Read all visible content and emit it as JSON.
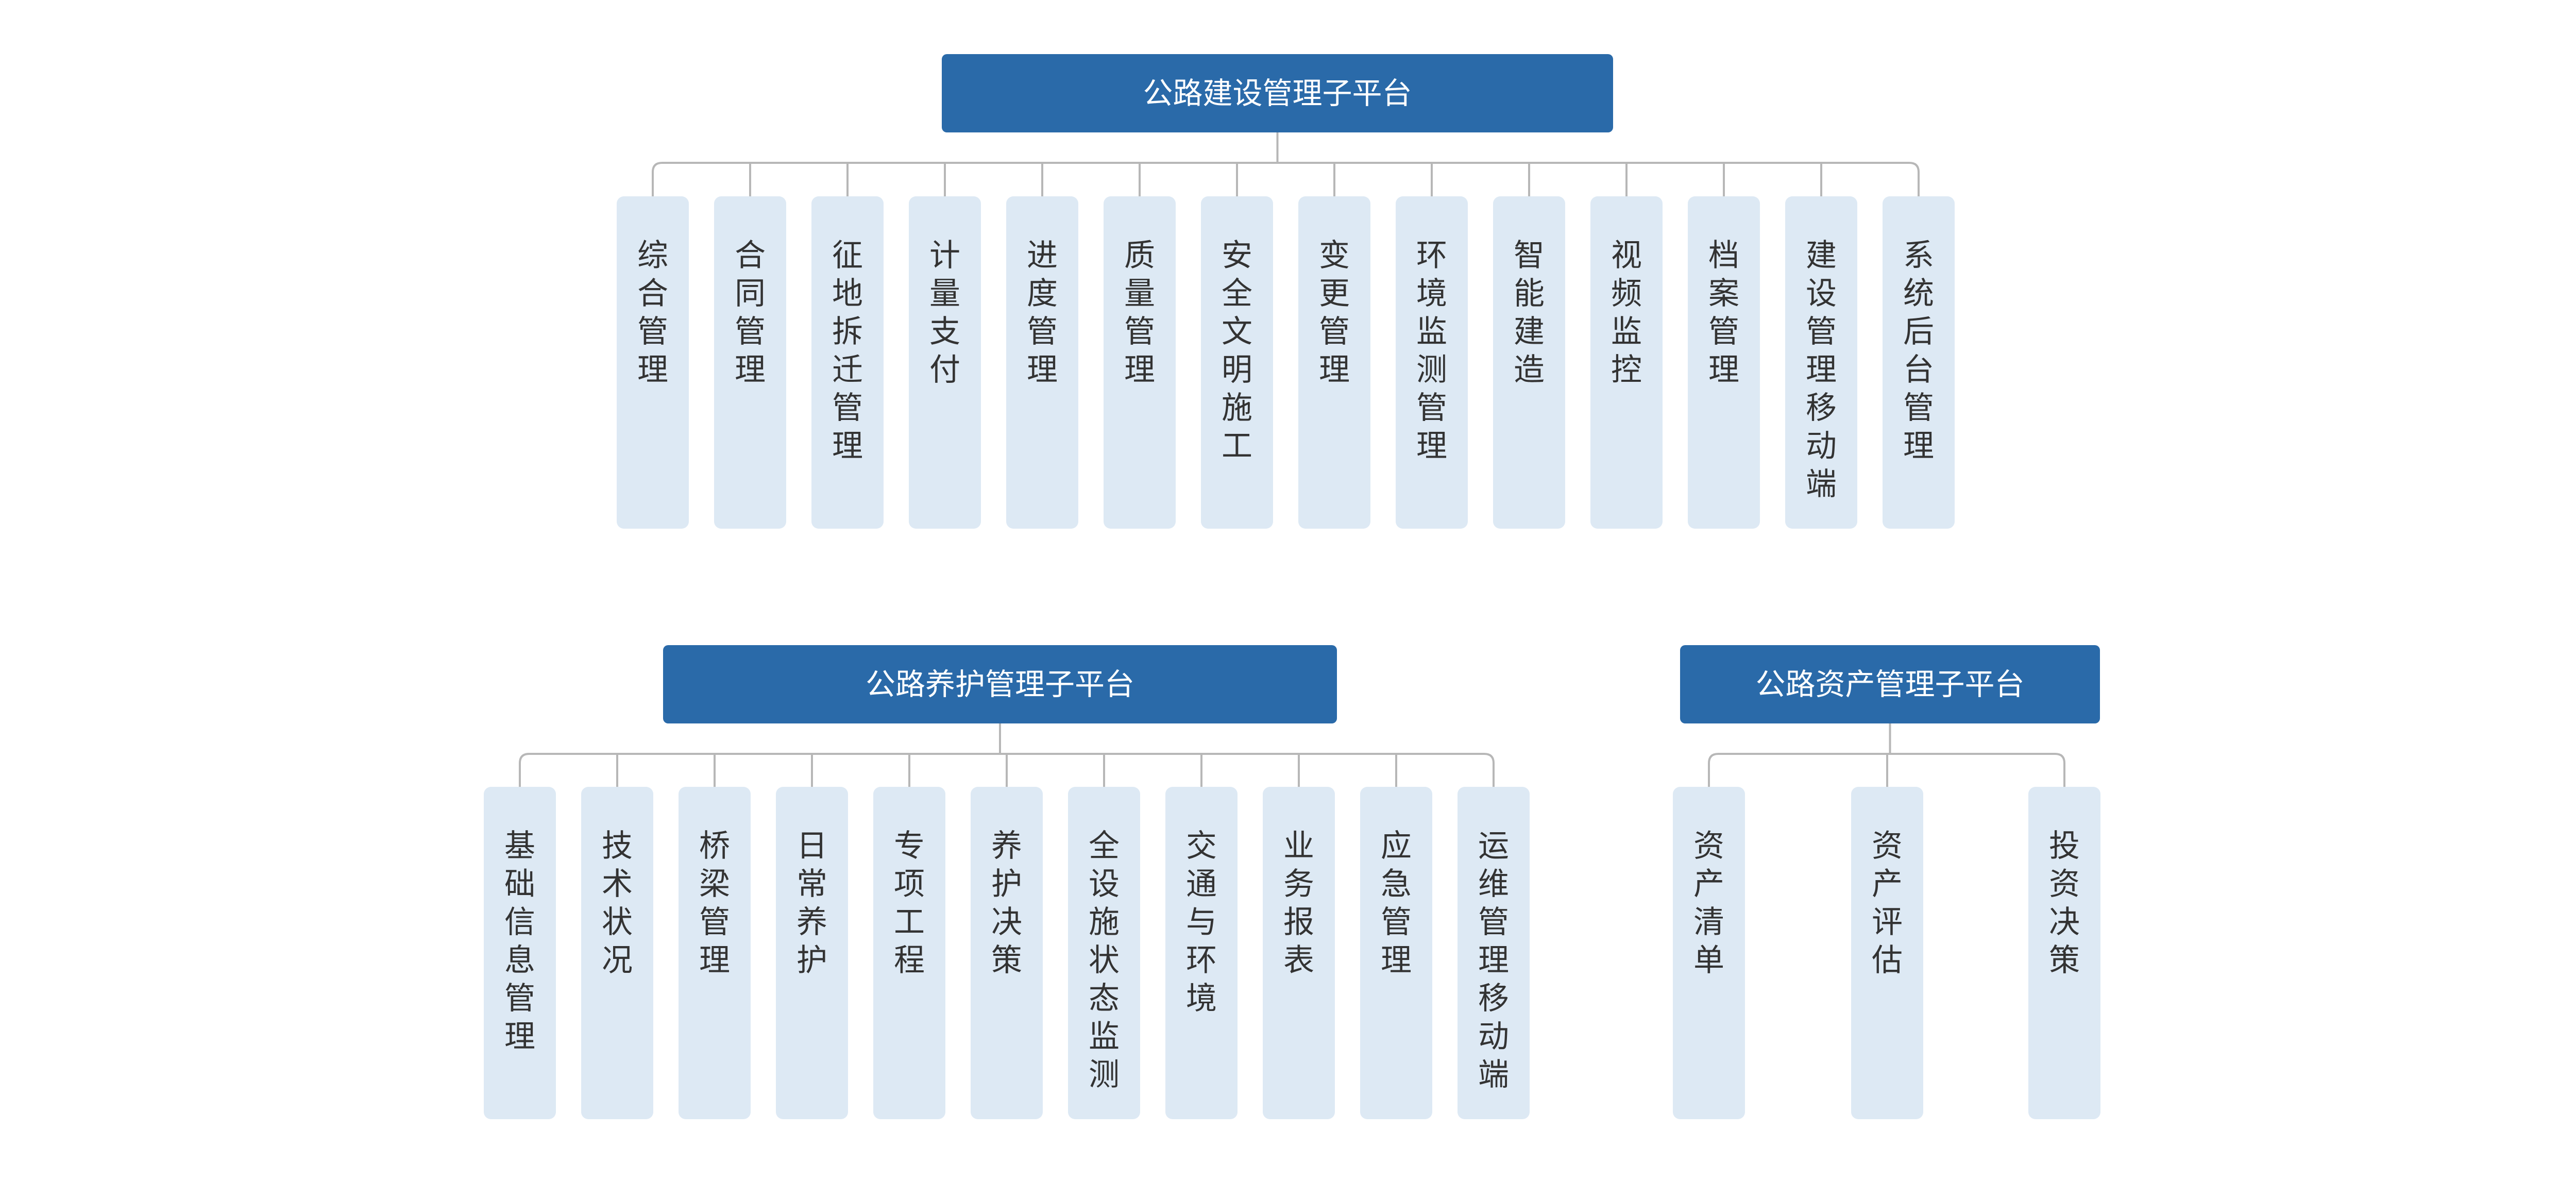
{
  "colors": {
    "header_bg": "#2a6aa9",
    "header_text": "#ffffff",
    "module_bg": "#dde9f4",
    "module_text": "#333333",
    "connector": "#b7b7b7"
  },
  "groups": [
    {
      "title": "公路建设管理子平台",
      "modules": [
        "综合管理",
        "合同管理",
        "征地拆迁管理",
        "计量支付",
        "进度管理",
        "质量管理",
        "安全文明施工",
        "变更管理",
        "环境监测管理",
        "智能建造",
        "视频监控",
        "档案管理",
        "建设管理移动端",
        "系统后台管理"
      ]
    },
    {
      "title": "公路养护管理子平台",
      "modules": [
        "基础信息管理",
        "技术状况",
        "桥梁管理",
        "日常养护",
        "专项工程",
        "养护决策",
        "全设施状态监测",
        "交通与环境",
        "业务报表",
        "应急管理",
        "运维管理移动端"
      ]
    },
    {
      "title": "公路资产管理子平台",
      "modules": [
        "资产清单",
        "资产评估",
        "投资决策"
      ]
    }
  ]
}
